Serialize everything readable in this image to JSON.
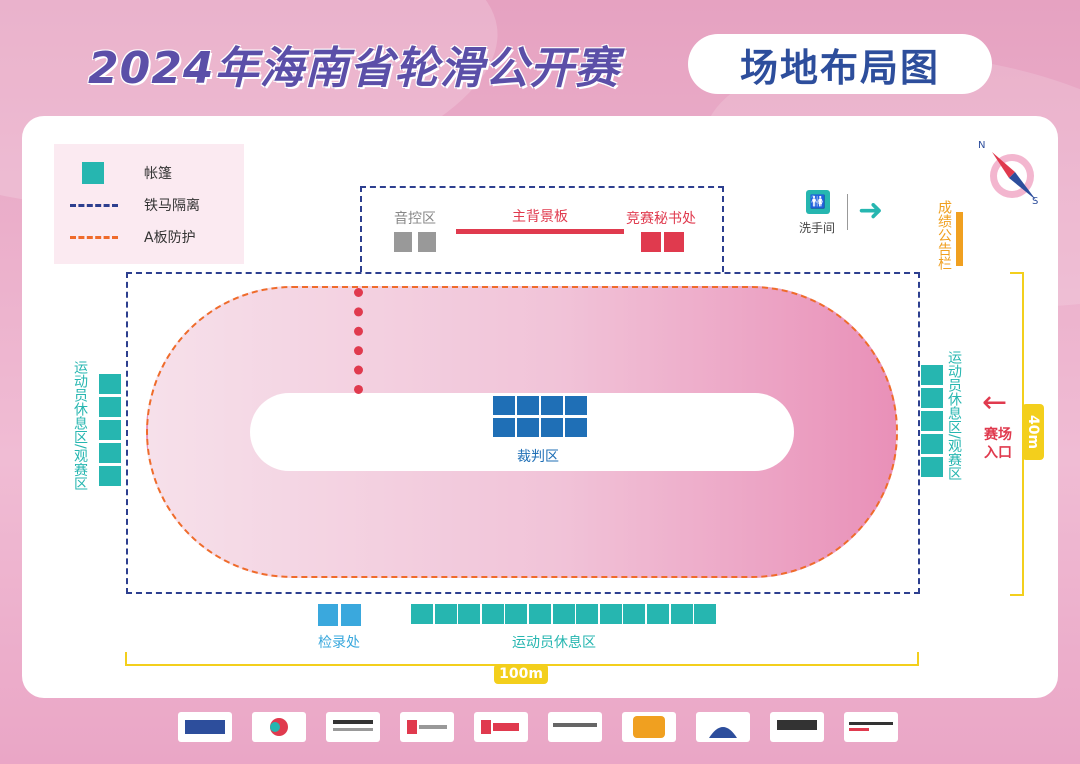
{
  "header": {
    "title": "2024年海南省轮滑公开赛",
    "subtitle": "场地布局图"
  },
  "legend": {
    "tent": "帐篷",
    "iron_fence": "铁马隔离",
    "a_board": "A板防护"
  },
  "labels": {
    "sound_control": "音控区",
    "main_backdrop": "主背景板",
    "secretariat": "竞赛秘书处",
    "restroom": "洗手间",
    "score_board": "成绩公告栏",
    "judge_area": "裁判区",
    "athlete_rest_viewing_left": "运动员休息区/观赛区",
    "athlete_rest_viewing_right": "运动员休息区/观赛区",
    "check_in": "检录处",
    "athlete_rest": "运动员休息区",
    "venue_entrance": "赛场入口"
  },
  "dimensions": {
    "width_label": "100m",
    "height_label": "40m"
  },
  "compass": {
    "north": "N",
    "south": "S"
  },
  "colors": {
    "tent": "#26b6b0",
    "fence": "#2d3f8f",
    "a_board": "#ef6b2b",
    "judge": "#1f6fb6",
    "accent_red": "#e03a4e",
    "dimension_yellow": "#f3cf1c",
    "score_orange": "#f0a020"
  },
  "icons": [
    "restroom-icon",
    "arrow-right-icon",
    "arrow-left-icon",
    "compass-icon"
  ]
}
